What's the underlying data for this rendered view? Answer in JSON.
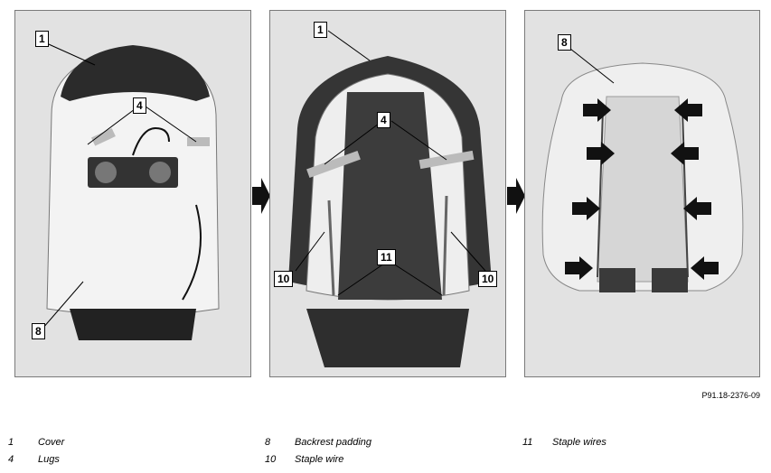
{
  "callouts": {
    "p1": {
      "cover": "1",
      "lugs": "4",
      "padding": "8"
    },
    "p2": {
      "cover": "1",
      "lugs": "4",
      "wire_left": "10",
      "wires": "11",
      "wire_right": "10"
    },
    "p3": {
      "padding": "8"
    }
  },
  "reference": "P91.18-2376-09",
  "legend": [
    {
      "num": "1",
      "text": "Cover"
    },
    {
      "num": "4",
      "text": "Lugs"
    },
    {
      "num": "8",
      "text": "Backrest padding"
    },
    {
      "num": "10",
      "text": "Staple wire"
    },
    {
      "num": "11",
      "text": "Staple wires"
    }
  ]
}
